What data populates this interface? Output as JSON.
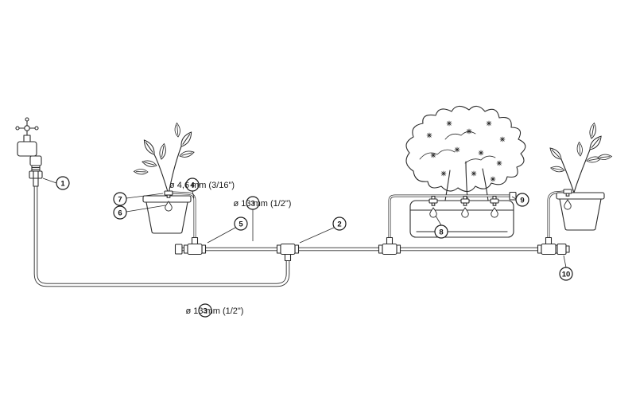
{
  "figure": {
    "callouts": {
      "c1": "1",
      "c2": "2",
      "c3_top": "3",
      "c3_bottom": "3",
      "c4": "4",
      "c5": "5",
      "c6": "6",
      "c7": "7",
      "c8": "8",
      "c9": "9",
      "c10": "10"
    },
    "annotations": {
      "small_tube": "ø 4,6 mm (3/16\")",
      "main_tube_top": "ø 13 mm (1/2\")",
      "main_tube_bottom": "ø 13 mm (1/2\")"
    },
    "colors": {
      "line": "#2a2a2a",
      "background": "#ffffff"
    }
  }
}
